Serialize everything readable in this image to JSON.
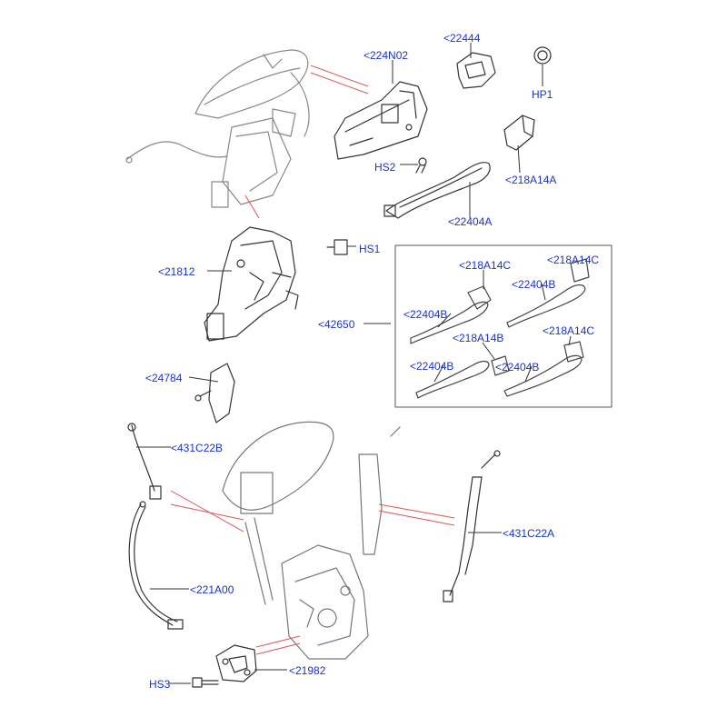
{
  "colors": {
    "callout_text": "#1a33cc",
    "leader_line": "#e05555",
    "part_outline": "#333333",
    "background": "#ffffff"
  },
  "callouts": {
    "c224N02": "<224N02",
    "c22444": "<22444",
    "hp1": "HP1",
    "hs2": "HS2",
    "c218A14A": "<218A14A",
    "c22404A": "<22404A",
    "hs1": "HS1",
    "c21812": "<21812",
    "c218A14C_1": "<218A14C",
    "c218A14C_2": "<218A14C",
    "c22404B_1": "<22404B",
    "c22404B_2": "<22404B",
    "c42650": "<42650",
    "c22404B_3": "<22404B",
    "c218A14B": "<218A14B",
    "c218A14C_3": "<218A14C",
    "c22404B_4": "<22404B",
    "c24784": "<24784",
    "c431C22B": "<431C22B",
    "c431C22A": "<431C22A",
    "c221A00": "<221A00",
    "c21982": "<21982",
    "hs3": "HS3"
  }
}
